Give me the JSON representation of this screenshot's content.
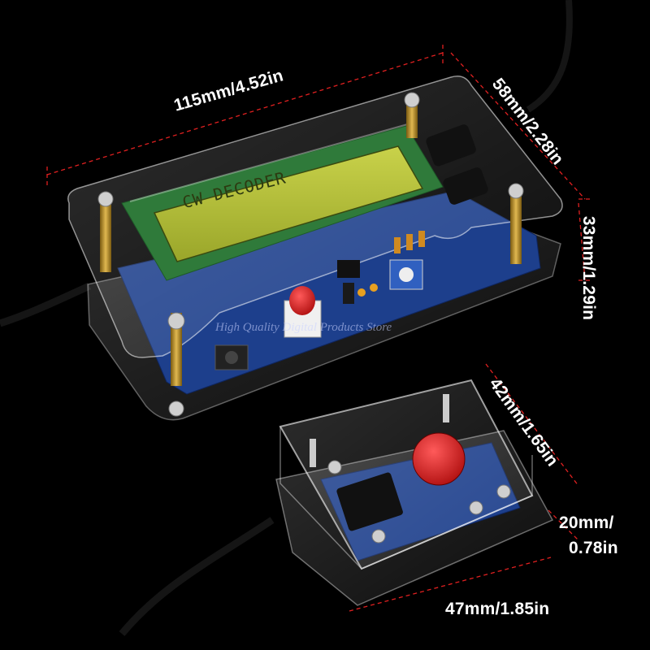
{
  "dimensions": {
    "decoder_length": "115mm/4.52in",
    "decoder_width": "58mm/2.28in",
    "decoder_height": "33mm/1.29in",
    "key_width": "42mm/1.65in",
    "key_height_line1": "20mm/",
    "key_height_line2": "0.78in",
    "key_length": "47mm/1.85in"
  },
  "lcd_text": "CW DECODER",
  "watermark": "High Quality Digital Products Store",
  "colors": {
    "background": "#000000",
    "lcd": "#b8c23a",
    "pcb": "#1d3f8c",
    "button": "#d61f1f",
    "dimension_line": "#e02020"
  }
}
